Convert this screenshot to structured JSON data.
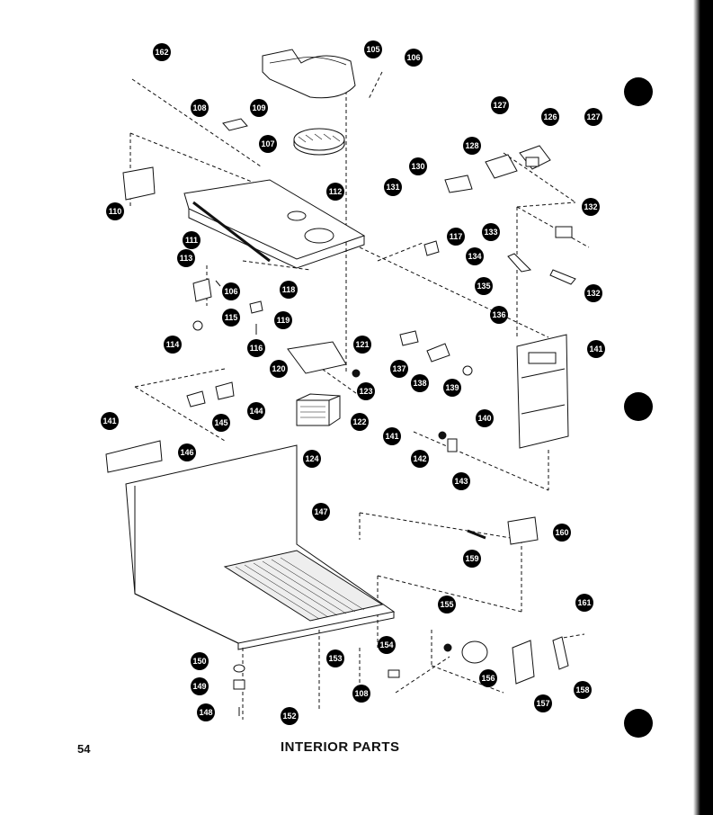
{
  "page": {
    "number": "54",
    "caption": "INTERIOR PARTS"
  },
  "colors": {
    "ink": "#111111",
    "paper": "#ffffff"
  },
  "callouts": [
    "162",
    "105",
    "106",
    "108",
    "109",
    "107",
    "127",
    "126",
    "127",
    "128",
    "130",
    "131",
    "132",
    "110",
    "112",
    "111",
    "117",
    "133",
    "134",
    "135",
    "132",
    "136",
    "113",
    "106",
    "115",
    "114",
    "116",
    "118",
    "119",
    "120",
    "121",
    "123",
    "122",
    "124",
    "137",
    "138",
    "139",
    "141",
    "140",
    "141",
    "142",
    "143",
    "145",
    "144",
    "141",
    "146",
    "147",
    "159",
    "160",
    "155",
    "161",
    "150",
    "149",
    "148",
    "153",
    "154",
    "156",
    "157",
    "158",
    "152",
    "108"
  ]
}
